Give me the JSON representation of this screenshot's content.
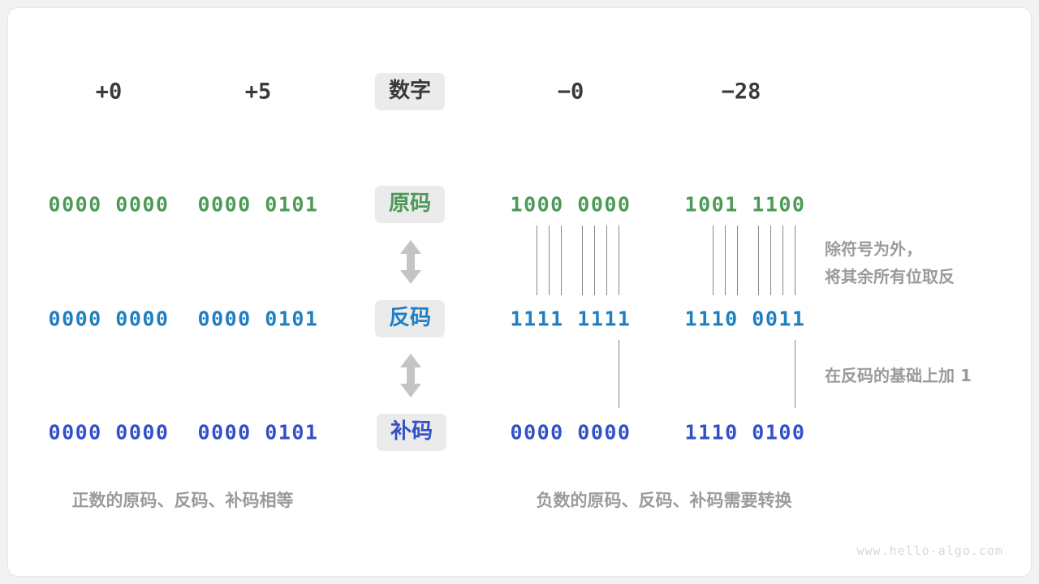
{
  "watermark": "www.hello-algo.com",
  "row_labels": [
    {
      "text": "数字",
      "color_class": "dark"
    },
    {
      "text": "原码",
      "color_class": "green"
    },
    {
      "text": "反码",
      "color_class": "blue"
    },
    {
      "text": "补码",
      "color_class": "indigo"
    }
  ],
  "columns": [
    {
      "header": "+0",
      "sign": "positive"
    },
    {
      "header": "+5",
      "sign": "positive"
    },
    {
      "header": "−0",
      "sign": "negative"
    },
    {
      "header": "−28",
      "sign": "negative"
    }
  ],
  "rows": {
    "sign_magnitude": {
      "label": "原码",
      "values": [
        "0000 0000",
        "0000 0101",
        "1000 0000",
        "1001 1100"
      ]
    },
    "ones_complement": {
      "label": "反码",
      "values": [
        "0000 0000",
        "0000 0101",
        "1111 1111",
        "1110 0011"
      ]
    },
    "twos_complement": {
      "label": "补码",
      "values": [
        "0000 0000",
        "0000 0101",
        "0000 0000",
        "1110 0100"
      ]
    }
  },
  "annotations": {
    "invert": {
      "line1": "除符号为外，",
      "line2": "将其余所有位取反"
    },
    "add_one": {
      "line1": "在反码的基础上加  1"
    }
  },
  "captions": {
    "positive": "正数的原码、反码、补码相等",
    "negative": "负数的原码、反码、补码需要转换"
  },
  "icons": {
    "arrow_up_down": "arrow-up-down-icon"
  },
  "colors": {
    "sign_magnitude": "#4c9a57",
    "ones_complement": "#1f7fc4",
    "twos_complement": "#3251c9",
    "header_text": "#3a3a3a",
    "chip_background": "#ebebeb",
    "annotation_text": "#9b9b9b",
    "connector_line": "#868686",
    "card_background": "#ffffff",
    "page_background": "#f2f2f2"
  }
}
